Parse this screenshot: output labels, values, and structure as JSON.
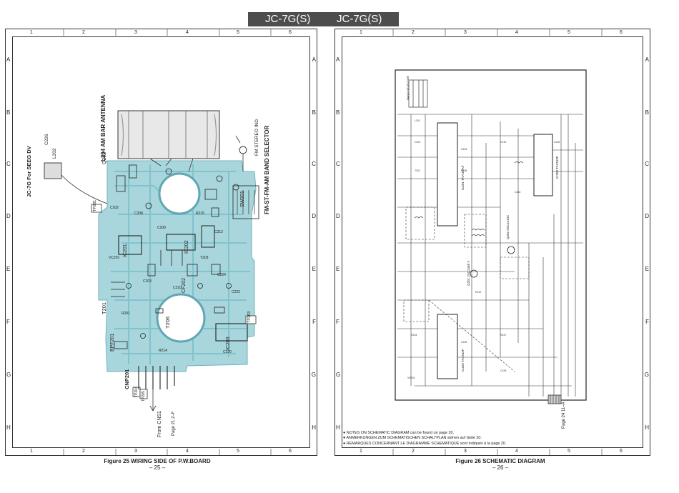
{
  "header": {
    "left_model": "JC-7G(S)",
    "right_model": "JC-7G(S)"
  },
  "grid": {
    "left_columns": [
      "1",
      "2",
      "3",
      "4",
      "5",
      "6"
    ],
    "right_columns": [
      "1",
      "2",
      "3",
      "4",
      "5",
      "6"
    ],
    "rows": [
      "A",
      "B",
      "C",
      "D",
      "E",
      "F",
      "G",
      "H"
    ]
  },
  "left": {
    "caption": "Figure 25 WIRING SIDE OF P.W.BOARD",
    "page": "– 25 –",
    "labels": {
      "antenna": "L204 AM BAR ANTENNA",
      "seeg": "JC-7G For SEEG DV",
      "band_selector": "FM-ST-FM-AM BAND SELECTOR",
      "fm_stereo": "FM STEREO IND.",
      "q202": "Q202",
      "sw201": "SW201",
      "t201": "T201",
      "t206": "T206",
      "ic201": "IC201",
      "cnp201": "CNP201",
      "bpf201": "BPF201",
      "cf202": "CF202",
      "ic202": "IC202",
      "ic203": "IC203",
      "tp201": "TP201",
      "tp203": "TP203",
      "tp204": "TP204",
      "tp205": "TP205",
      "c226": "C226",
      "l202": "L202",
      "from_cns": "From CNS1",
      "page_ref": "Page 21 2–F"
    }
  },
  "right": {
    "caption": "Figure 26 SCHEMATIC DIAGRAM",
    "page": "– 26 –",
    "page_ref": "Page 24 11–A",
    "labels": {
      "ic201_full": "IC201 TA7157AP",
      "ic202_full": "IC202 TA7343P",
      "ic203_full": "IC203 TA7343P",
      "q201": "Q201 2SC2458 Y",
      "q202": "Q202 2SC1213C",
      "band_sel": "BAND SELECTOR"
    },
    "notes": [
      "● NOTES ON SCHEMATIC DIAGRAM can be found on page 20.",
      "● ANMERKUNGEN ZUM SCHEMATISCHEN SCHALTPLAN stehen auf Seite 20.",
      "● REMARQUES CONCERNANT LE DIAGRAMME SCHEMATIQUE sont indiqués à la page 20."
    ]
  }
}
